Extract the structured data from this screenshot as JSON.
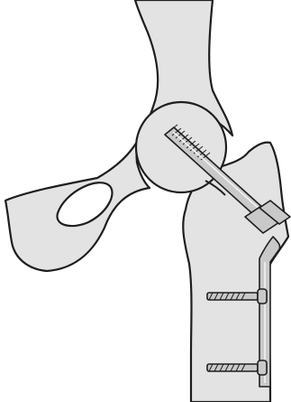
{
  "diagram": {
    "subject": "hip-fracture-fixation",
    "colors": {
      "bone_fill": "#e3e3e3",
      "outline": "#1e1e1e",
      "implant_fill": "#c9c9c9",
      "implant_highlight": "#f2f2f2",
      "hole_fill": "#ffffff"
    },
    "components": [
      "pelvis",
      "obturator-foramen",
      "femur",
      "femoral-head",
      "lag-screw",
      "side-plate",
      "cortical-screw",
      "cortical-screw"
    ]
  }
}
